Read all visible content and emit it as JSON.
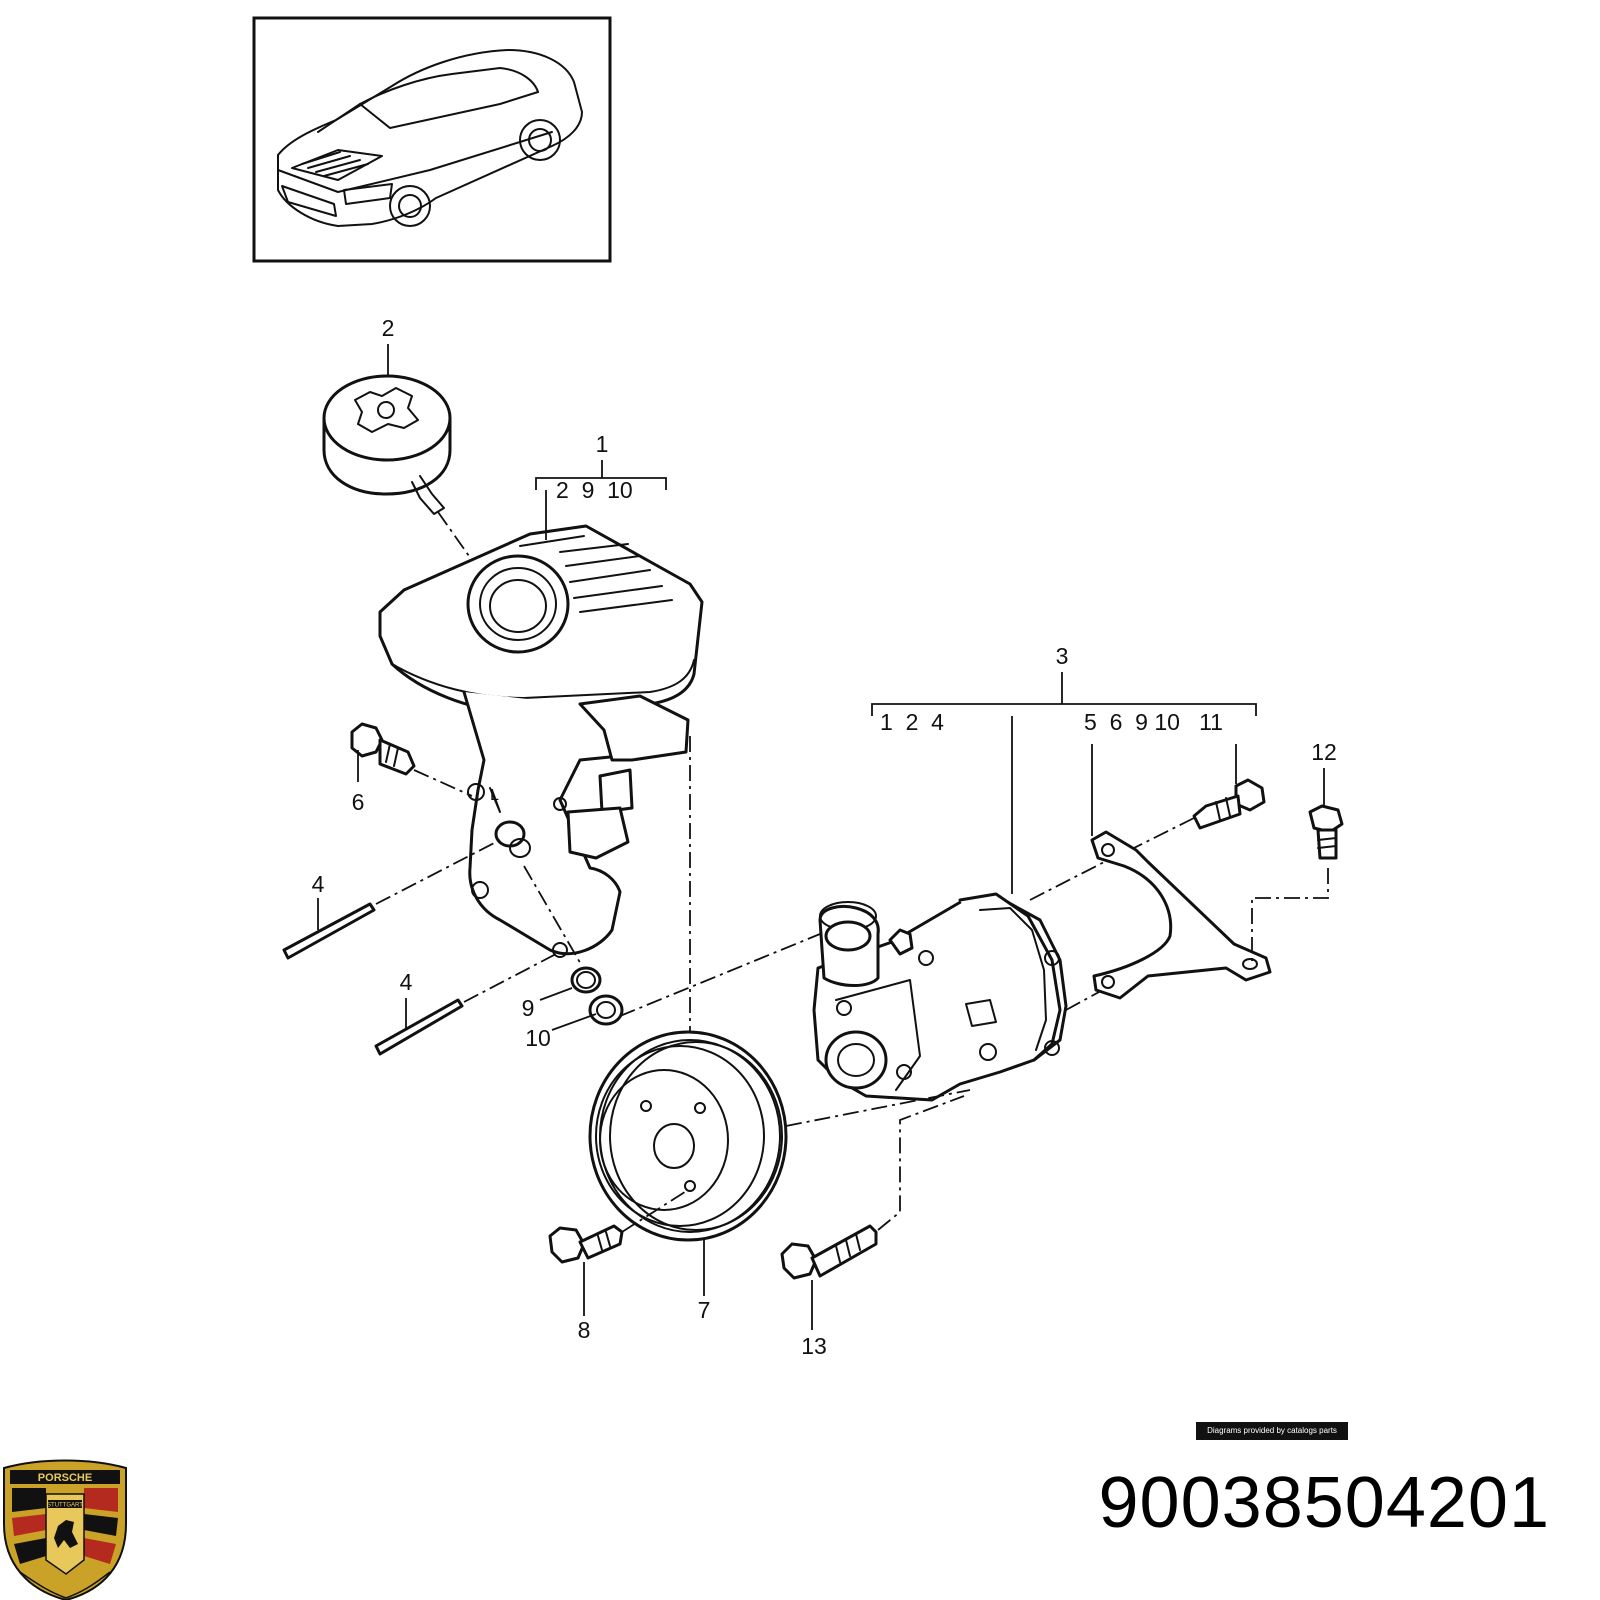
{
  "part_number": "90038504201",
  "credit_text": "Diagrams provided by catalogs parts",
  "logo_text": {
    "brand": "PORSCHE",
    "city": "STUTTGART"
  },
  "callouts": {
    "c1": "1",
    "c1_sub": "2  9  10",
    "c2": "2",
    "c3": "3",
    "c3_sub_left": "1  2  4",
    "c3_sub_right": "5  6  9 10   11",
    "c4a": "4",
    "c4b": "4",
    "c6": "6",
    "c7": "7",
    "c8": "8",
    "c9": "9",
    "c10": "10",
    "c12": "12",
    "c13": "13"
  }
}
